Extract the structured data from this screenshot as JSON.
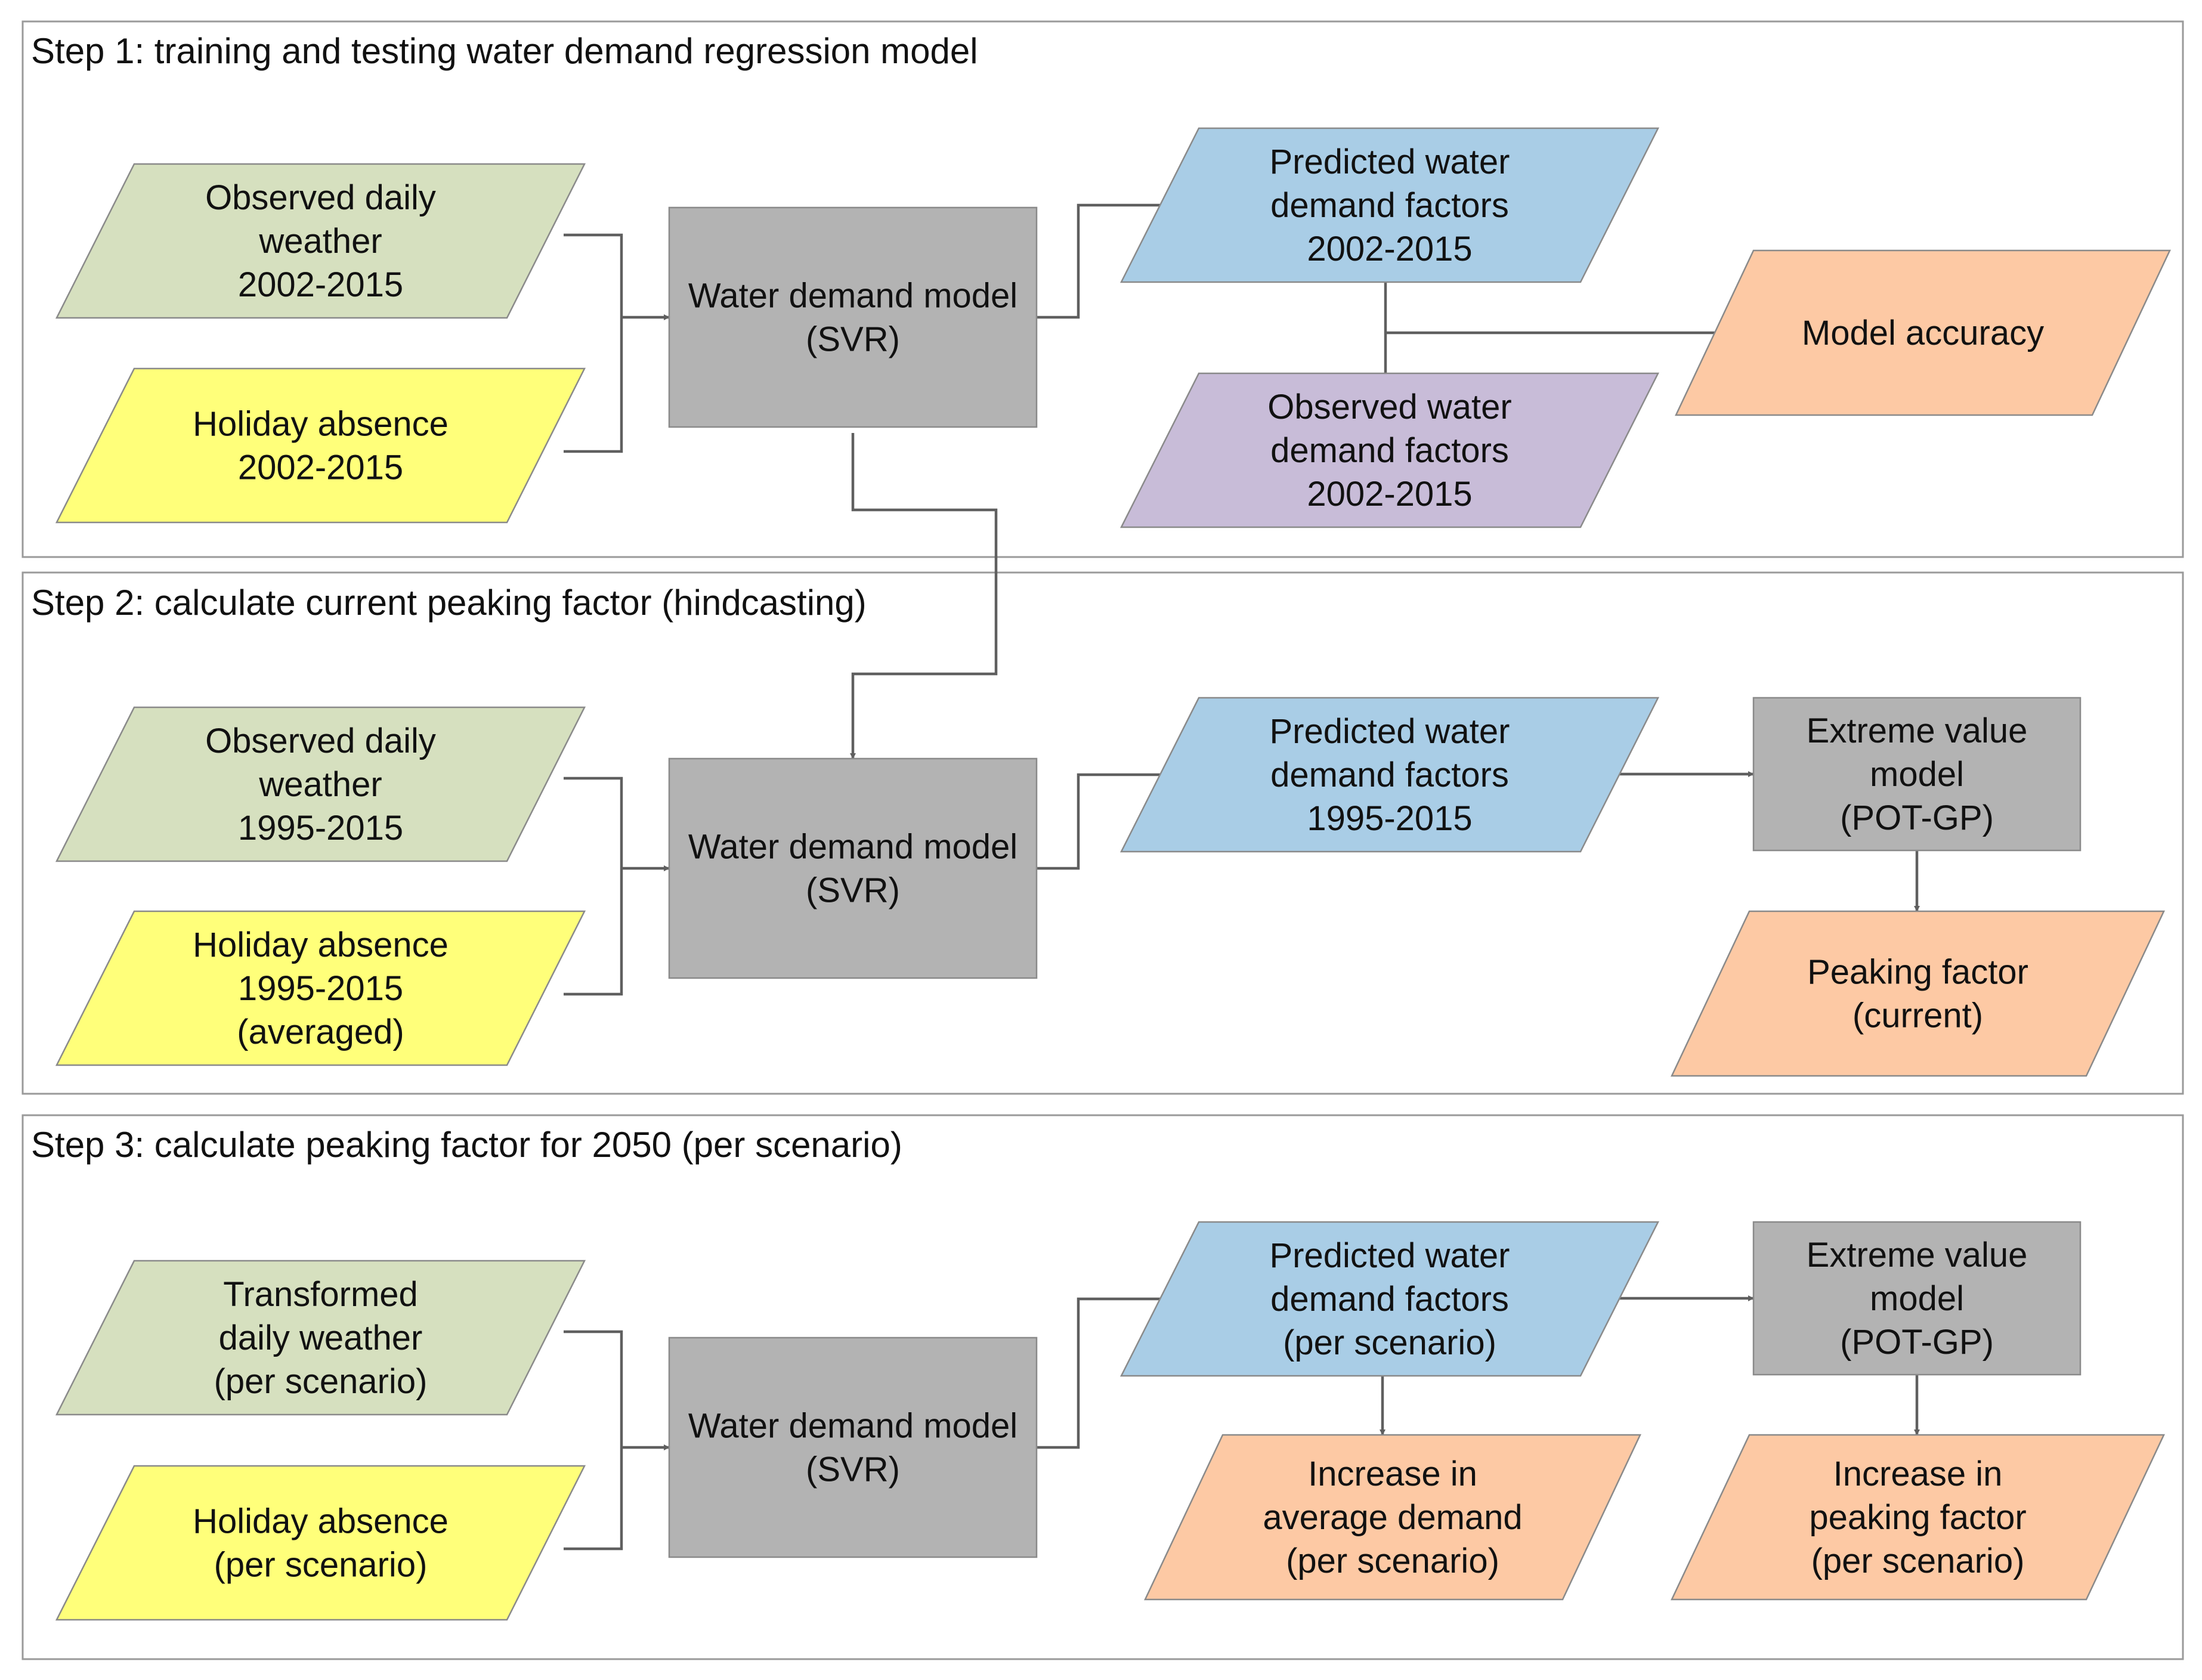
{
  "colors": {
    "weather": "#d6e0bf",
    "holiday": "#ffff7a",
    "model": "#b3b3b3",
    "predicted": "#a9cde6",
    "observed": "#c8bcd8",
    "output": "#fdc9a4",
    "frame": "#9a9a9a",
    "connector": "#5f5f5f"
  },
  "steps": [
    {
      "title": "Step 1: training and testing water demand regression model"
    },
    {
      "title": "Step 2: calculate current peaking factor (hindcasting)"
    },
    {
      "title": "Step 3: calculate peaking factor for 2050 (per scenario)"
    }
  ],
  "nodes": {
    "s1_weather": {
      "lines": [
        "Observed daily",
        "weather",
        "2002-2015"
      ],
      "kind": "weather",
      "shape": "parallelogram"
    },
    "s1_holiday": {
      "lines": [
        "Holiday absence",
        "2002-2015"
      ],
      "kind": "holiday",
      "shape": "parallelogram"
    },
    "s1_model": {
      "lines": [
        "Water demand model",
        "(SVR)"
      ],
      "kind": "model",
      "shape": "rectangle"
    },
    "s1_predicted": {
      "lines": [
        "Predicted water",
        "demand factors",
        "2002-2015"
      ],
      "kind": "predicted",
      "shape": "parallelogram"
    },
    "s1_observed": {
      "lines": [
        "Observed water",
        "demand factors",
        "2002-2015"
      ],
      "kind": "observed",
      "shape": "parallelogram"
    },
    "s1_accuracy": {
      "lines": [
        "Model accuracy"
      ],
      "kind": "output",
      "shape": "parallelogram"
    },
    "s2_weather": {
      "lines": [
        "Observed daily",
        "weather",
        "1995-2015"
      ],
      "kind": "weather",
      "shape": "parallelogram"
    },
    "s2_holiday": {
      "lines": [
        "Holiday absence",
        "1995-2015",
        "(averaged)"
      ],
      "kind": "holiday",
      "shape": "parallelogram"
    },
    "s2_model": {
      "lines": [
        "Water demand model",
        "(SVR)"
      ],
      "kind": "model",
      "shape": "rectangle"
    },
    "s2_predicted": {
      "lines": [
        "Predicted water",
        "demand factors",
        "1995-2015"
      ],
      "kind": "predicted",
      "shape": "parallelogram"
    },
    "s2_evm": {
      "lines": [
        "Extreme value",
        "model",
        "(POT-GP)"
      ],
      "kind": "model",
      "shape": "rectangle"
    },
    "s2_peaking": {
      "lines": [
        "Peaking factor",
        "(current)"
      ],
      "kind": "output",
      "shape": "parallelogram"
    },
    "s3_weather": {
      "lines": [
        "Transformed",
        "daily weather",
        "(per scenario)"
      ],
      "kind": "weather",
      "shape": "parallelogram"
    },
    "s3_holiday": {
      "lines": [
        "Holiday absence",
        "(per scenario)"
      ],
      "kind": "holiday",
      "shape": "parallelogram"
    },
    "s3_model": {
      "lines": [
        "Water demand model",
        "(SVR)"
      ],
      "kind": "model",
      "shape": "rectangle"
    },
    "s3_predicted": {
      "lines": [
        "Predicted water",
        "demand factors",
        "(per scenario)"
      ],
      "kind": "predicted",
      "shape": "parallelogram"
    },
    "s3_evm": {
      "lines": [
        "Extreme value",
        "model",
        "(POT-GP)"
      ],
      "kind": "model",
      "shape": "rectangle"
    },
    "s3_avgdemand": {
      "lines": [
        "Increase in",
        "average demand",
        "(per scenario)"
      ],
      "kind": "output",
      "shape": "parallelogram"
    },
    "s3_peakinc": {
      "lines": [
        "Increase in",
        "peaking factor",
        "(per scenario)"
      ],
      "kind": "output",
      "shape": "parallelogram"
    }
  },
  "connectors": [
    {
      "from": [
        "s1_weather",
        "s1_holiday"
      ],
      "to": "s1_model"
    },
    {
      "from": "s1_model",
      "to": "s1_predicted"
    },
    {
      "from": [
        "s1_predicted",
        "s1_observed"
      ],
      "to": "s1_accuracy"
    },
    {
      "from": "s1_model",
      "to": "s2_model"
    },
    {
      "from": [
        "s2_weather",
        "s2_holiday"
      ],
      "to": "s2_model"
    },
    {
      "from": "s2_model",
      "to": "s2_predicted"
    },
    {
      "from": "s2_predicted",
      "to": "s2_evm"
    },
    {
      "from": "s2_evm",
      "to": "s2_peaking"
    },
    {
      "from": [
        "s3_weather",
        "s3_holiday"
      ],
      "to": "s3_model"
    },
    {
      "from": "s3_model",
      "to": "s3_predicted"
    },
    {
      "from": "s3_predicted",
      "to": "s3_evm"
    },
    {
      "from": "s3_predicted",
      "to": "s3_avgdemand"
    },
    {
      "from": "s3_evm",
      "to": "s3_peakinc"
    }
  ]
}
